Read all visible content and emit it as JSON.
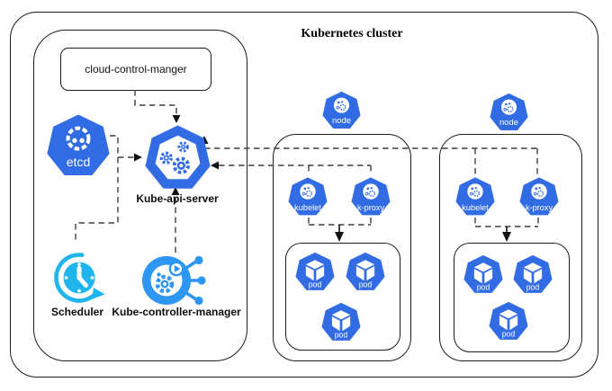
{
  "title": "Kubernetes cluster",
  "control_plane": {
    "cloud_controller": "cloud-control-manger",
    "etcd": "etcd",
    "api_server": "Kube-api-server",
    "scheduler": "Scheduler",
    "controller_manager": "Kube-controller-manager"
  },
  "nodes": [
    {
      "label": "node",
      "kubelet": "kubelet",
      "kproxy": "k-proxy",
      "pods": [
        "pod",
        "pod",
        "pod"
      ]
    },
    {
      "label": "node",
      "kubelet": "kubelet",
      "kproxy": "k-proxy",
      "pods": [
        "pod",
        "pod",
        "pod"
      ]
    }
  ],
  "colors": {
    "kubernetes_blue": "#326CE5",
    "scheduler_cyan": "#1FB5EC",
    "controller_blue": "#2E96F3",
    "line_dark": "#1c1c1c"
  }
}
